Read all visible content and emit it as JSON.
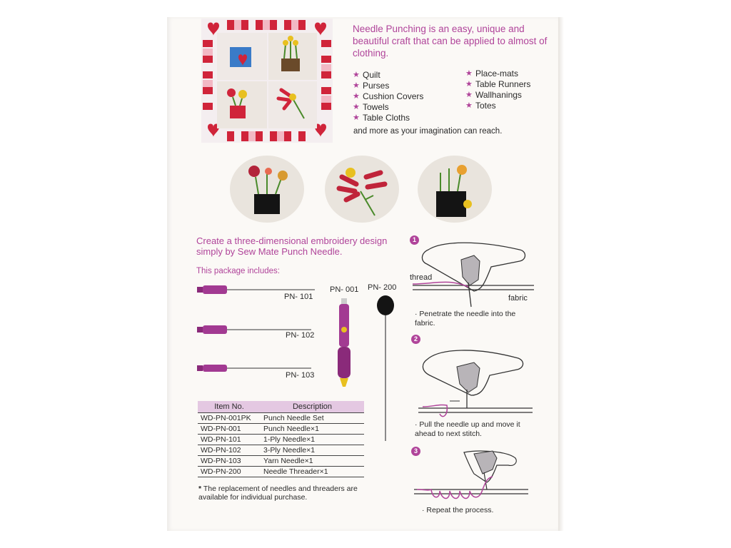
{
  "intro": "Needle Punching is an easy, unique and beautiful craft that can be applied to almost of clothing.",
  "uses_left": [
    "Quilt",
    "Purses",
    "Cushion Covers",
    "Towels",
    "Table Cloths"
  ],
  "uses_right": [
    "Place-mats",
    "Table Runners",
    "Wallhanings",
    "Totes"
  ],
  "more_text": "and more as your imagination can reach.",
  "headline": "Create a three-dimensional embroidery design simply by Sew Mate Punch Needle.",
  "package_label": "This package includes:",
  "needles": [
    "PN- 101",
    "PN- 102",
    "PN- 103"
  ],
  "pn001": "PN- 001",
  "pn200": "PN- 200",
  "table": {
    "headers": [
      "Item No.",
      "Description"
    ],
    "rows": [
      [
        "WD-PN-001PK",
        "Punch Needle Set"
      ],
      [
        "WD-PN-001",
        "Punch Needle×1"
      ],
      [
        "WD-PN-101",
        "1-Ply Needle×1"
      ],
      [
        "WD-PN-102",
        "3-Ply Needle×1"
      ],
      [
        "WD-PN-103",
        "Yarn Needle×1"
      ],
      [
        "WD-PN-200",
        "Needle Threader×1"
      ]
    ]
  },
  "note_star": "*",
  "note": "The replacement of needles and threaders are available for individual purchase.",
  "steps": {
    "s1_num": "1",
    "s1_text": "· Penetrate the needle into the fabric.",
    "thread_label": "thread",
    "fabric_label": "fabric",
    "s2_num": "2",
    "s2_text": "· Pull the needle up and move it ahead to next stitch.",
    "s3_num": "3",
    "s3_text": "· Repeat the process."
  },
  "colors": {
    "accent": "#b0449a",
    "table_header": "#e4c8e2",
    "quilt_red": "#d0243a"
  },
  "icons": {
    "bullet": "star-icon"
  }
}
